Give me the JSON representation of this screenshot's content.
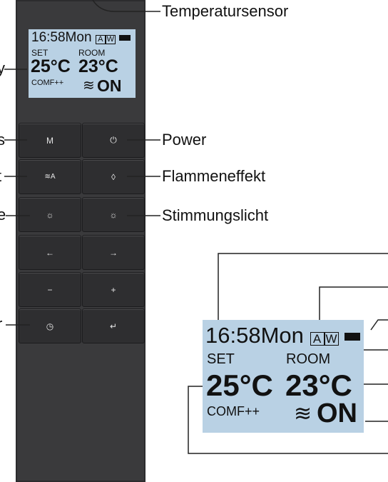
{
  "labels": {
    "sensor": "Temperatursensor",
    "power": "Power",
    "flame": "Flammeneffekt",
    "mood": "Stimmungslicht"
  },
  "left_fragments": [
    "y",
    "s",
    "t",
    "e",
    "r"
  ],
  "display": {
    "time": "16:58",
    "day": "Mon",
    "mode_a": "A",
    "mode_w": "W",
    "set_label": "SET",
    "room_label": "ROOM",
    "set_temp": "25°C",
    "room_temp": "23°C",
    "comfort": "COMF++",
    "heat_symbol": "≋",
    "heat_state": "ON"
  },
  "buttons": {
    "mode": "M",
    "power": "⏻",
    "heat_auto": "≋A",
    "flame": "◊",
    "light": "☼",
    "mood": "☼",
    "left": "←",
    "right": "→",
    "minus": "−",
    "plus": "+",
    "timer": "◷",
    "enter": "↵"
  }
}
